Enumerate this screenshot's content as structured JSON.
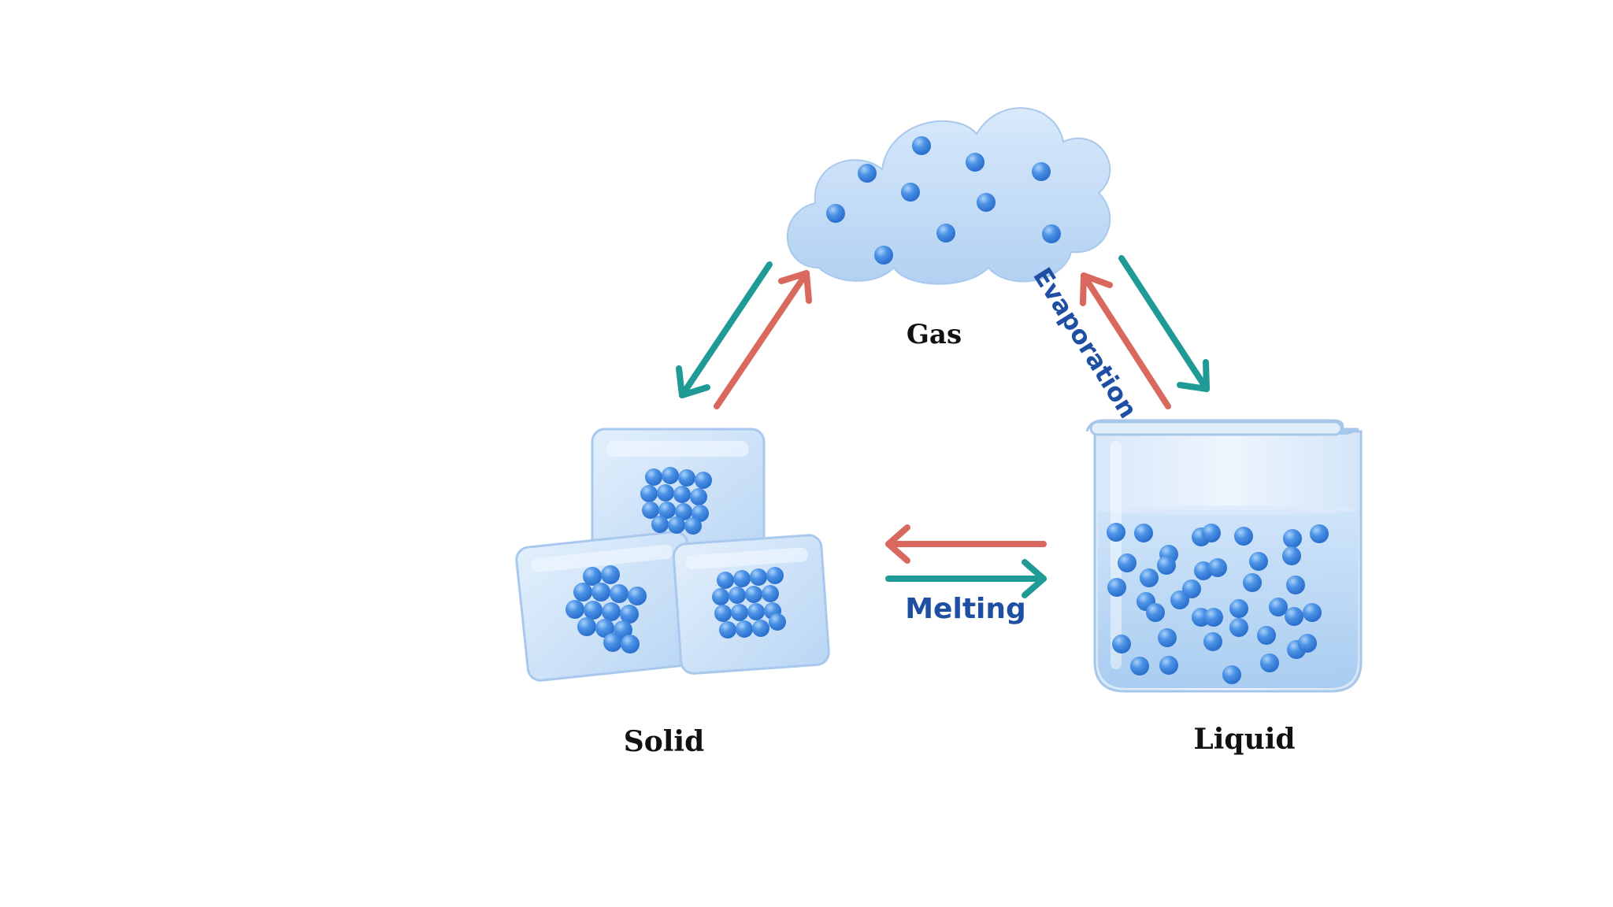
{
  "diagram": {
    "states": {
      "gas": "Gas",
      "solid": "Solid",
      "liquid": "Liquid"
    },
    "processes": {
      "evaporation": "Evaporation",
      "melting": "Melting"
    }
  },
  "colors": {
    "forward_arrow": "#d9685f",
    "reverse_arrow": "#1f9a94",
    "process_text": "#1e4fa3",
    "particle": "#3f86e0",
    "particle_highlight": "#9cc8f7",
    "cloud": "#c3dcf6",
    "ice": "#cfe3f8",
    "water": "#b9d8f5"
  },
  "icons": [
    "cloud-icon",
    "ice-cubes-icon",
    "beaker-icon"
  ]
}
